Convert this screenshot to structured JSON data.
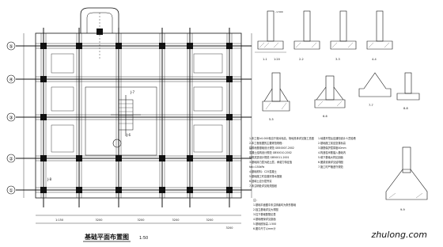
{
  "plan": {
    "title": "基础平面布置图",
    "scale": "1:50",
    "axes_row": [
      "⑤",
      "④",
      "③",
      "②",
      "①"
    ],
    "axes_col_bottom": [
      "1:150",
      "3200",
      "3200",
      "3200",
      "3200",
      "3200"
    ],
    "tag_j7": "J-7",
    "tag_j6": "J-6",
    "tag_j8": "J-8"
  },
  "sections": {
    "scale_label": "1:20",
    "marks": [
      "1-1",
      "2-2",
      "3-3",
      "4-4",
      "5-5",
      "6-6",
      "7-7",
      "8-8",
      "9-9"
    ],
    "elev": "-1.500"
  },
  "notes": {
    "heading": "说明",
    "lines": [
      "1.本工程±0.000相当于绝对标高，场地具体详见施工总图",
      "2.本工程依据的主要规范规程：",
      "  建筑地基基础设计规范 GB50007-2002",
      "  混凝土结构设计规范 GB50010-2002",
      "  建筑抗震设计规范 GB50011-2001",
      "3.基础持力层为粘土层，承载力特征值",
      "  fak=150kPa",
      "4.基础材料：C25混凝土",
      "5.基础施工时应做好排水措施",
      "6.回填土应分层夯实",
      "7.未注明处详见相关图纸"
    ],
    "lines_right": [
      "1.地基开挖后应通知设计人员验槽",
      "2.基础施工前应复核标高",
      "3.钢筋保护层厚度40mm",
      "4.构造柱纵筋锚入基础内",
      "5.墙下基础大样见剖面",
      "6.圈梁设置详见结构图",
      "7.施工时严格遵守规范"
    ],
    "bottom_heading": "注：",
    "bottom_lines": [
      "1.基础平面图中未注明者均为条形基础",
      "2.独立基础详见大样图",
      "3.柱下基础配筋见表",
      "4.基础埋深详见剖面",
      "5.基础底标高-1.500",
      "6.图中尺寸以mm计"
    ]
  },
  "watermark": "zhulong.com"
}
